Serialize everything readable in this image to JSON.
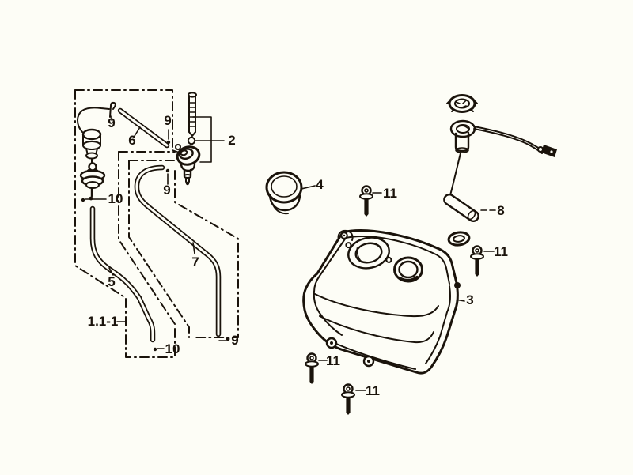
{
  "diagram": {
    "title": "fuel-tank-exploded-parts-diagram",
    "background": "#fdfdf6",
    "ink": "#1a130b",
    "callouts": [
      {
        "ref": "9",
        "text": "9"
      },
      {
        "ref": "6",
        "text": "6"
      },
      {
        "ref": "9",
        "text": "9"
      },
      {
        "ref": "2",
        "text": "2"
      },
      {
        "ref": "4",
        "text": "4"
      },
      {
        "ref": "9",
        "text": "9"
      },
      {
        "ref": "10",
        "text": "10"
      },
      {
        "ref": "5",
        "text": "5"
      },
      {
        "ref": "7",
        "text": "7"
      },
      {
        "ref": "1.1-1",
        "text": "1.1-1"
      },
      {
        "ref": "10",
        "text": "10"
      },
      {
        "ref": "9",
        "text": "9"
      },
      {
        "ref": "8",
        "text": "8"
      },
      {
        "ref": "3",
        "text": "3"
      },
      {
        "ref": "11",
        "text": "11"
      },
      {
        "ref": "11",
        "text": "11"
      },
      {
        "ref": "11",
        "text": "11"
      },
      {
        "ref": "11",
        "text": "11"
      }
    ]
  }
}
